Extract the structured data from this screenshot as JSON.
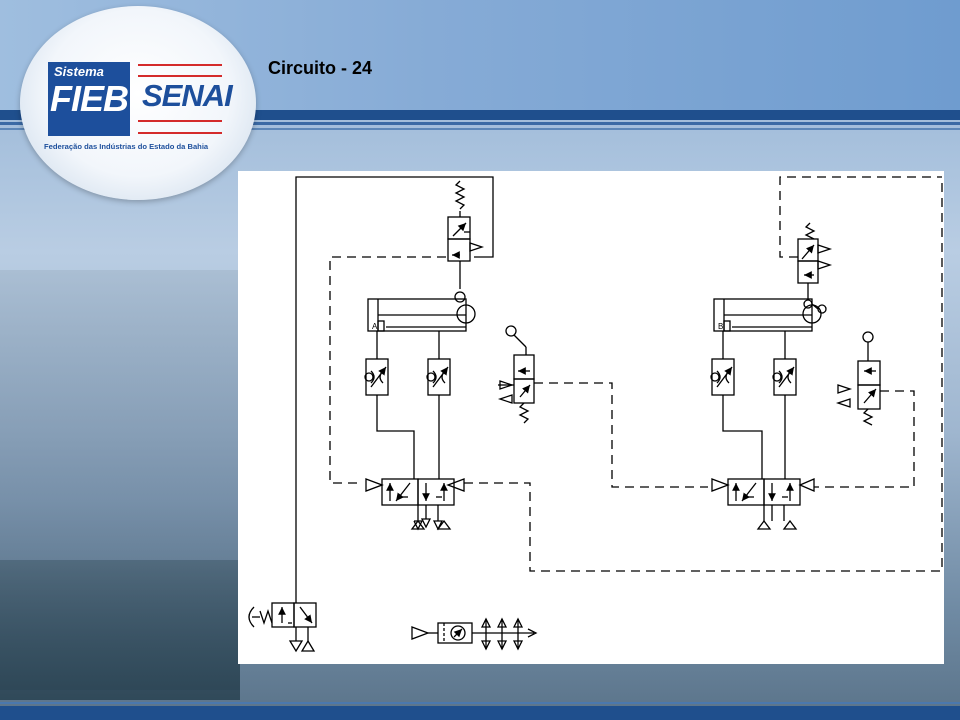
{
  "slide": {
    "title": "Circuito - 24"
  },
  "logo": {
    "system_label": "Sistema",
    "fieb_label": "FIEB",
    "senai_label": "SENAI",
    "subtitle": "Federação das Indústrias do Estado da Bahia",
    "colors": {
      "blue": "#1d4f9c",
      "red": "#d42b2b"
    }
  },
  "diagram": {
    "type": "pneumatic-circuit",
    "components": [
      "cylinder-1",
      "cylinder-2",
      "roller-valve-1",
      "roller-valve-2",
      "roller-valve-3",
      "roller-valve-4",
      "directional-valve-1",
      "directional-valve-2",
      "flow-control-valves",
      "push-button-valve",
      "service-unit"
    ]
  }
}
